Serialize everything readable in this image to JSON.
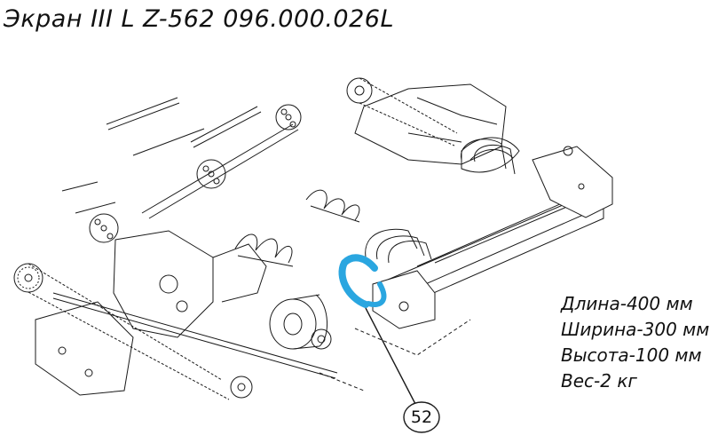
{
  "title": "Экран III L  Z-562 096.000.026L",
  "specs": [
    "Длина-400 мм",
    "Ширина-300 мм",
    "Высота-100 мм",
    "Вес-2 кг"
  ],
  "callout": {
    "number": "52"
  },
  "colors": {
    "highlight": "#2aa6e0",
    "line": "#1a1a1a"
  }
}
